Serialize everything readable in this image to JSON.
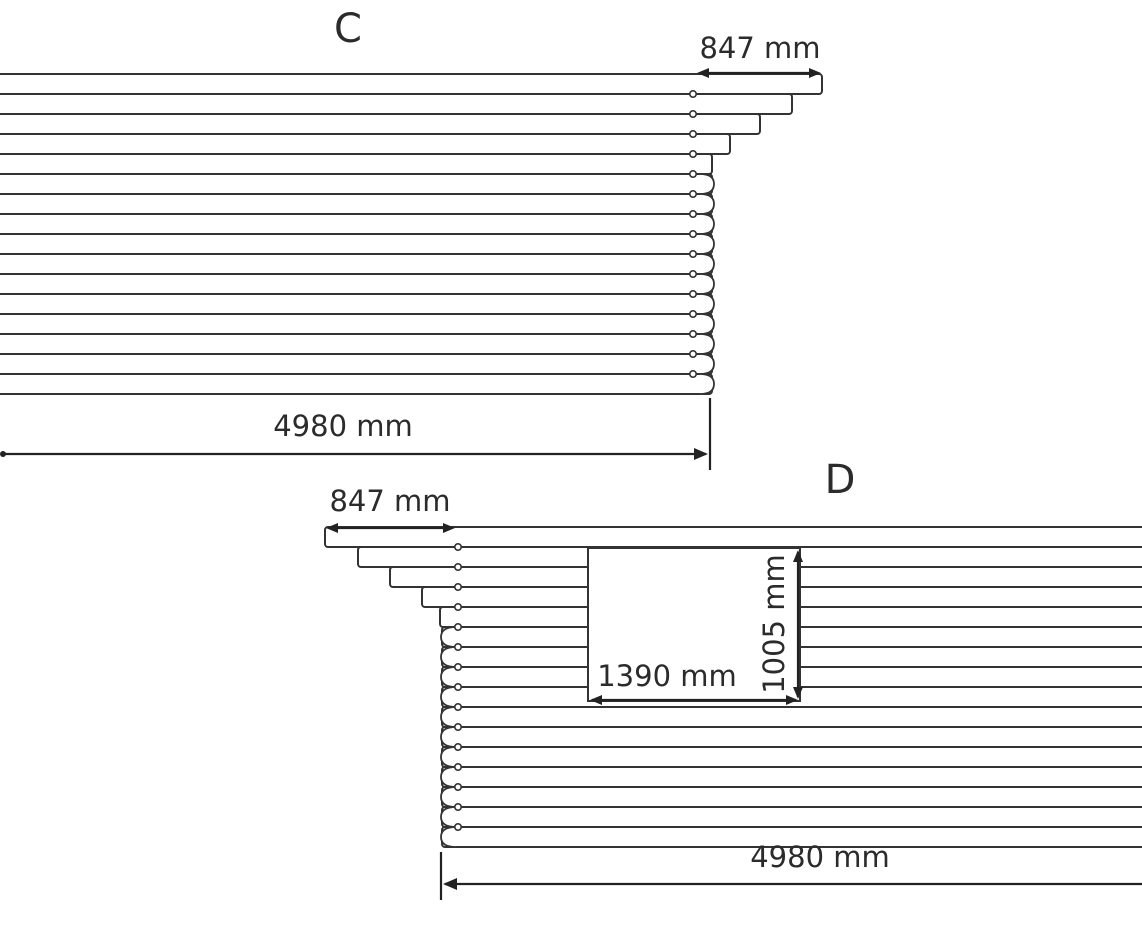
{
  "panels": [
    {
      "id": "C",
      "title": "C",
      "top_width_label": "847 mm",
      "length_label": "4980 mm",
      "plank_count": 16
    },
    {
      "id": "D",
      "title": "D",
      "top_width_label": "847 mm",
      "length_label": "4980 mm",
      "opening_width_label": "1390 mm",
      "opening_height_label": "1005 mm",
      "plank_count": 16
    }
  ],
  "colors": {
    "line": "#333333",
    "text": "#2b2b2b",
    "background": "#ffffff"
  }
}
